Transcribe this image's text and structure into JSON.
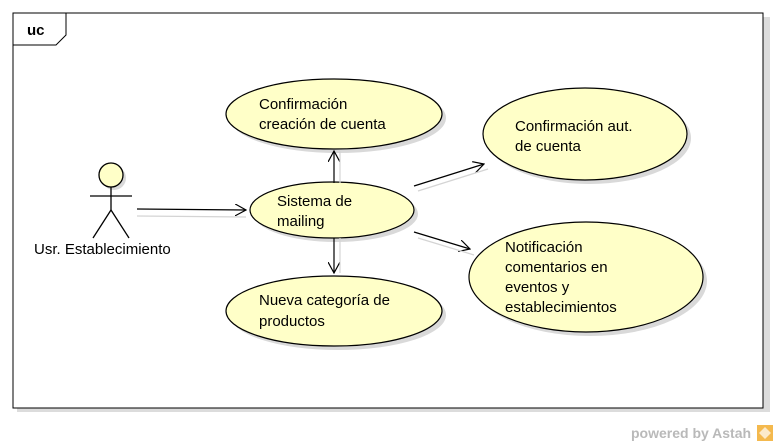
{
  "frame": {
    "tag": "uc"
  },
  "actor": {
    "name": "Usr. Establecimiento"
  },
  "use_cases": [
    {
      "id": "confirmacion-creacion",
      "lines": [
        "Confirmación",
        "creación de cuenta"
      ]
    },
    {
      "id": "confirmacion-aut",
      "lines": [
        "Confirmación aut.",
        "de cuenta"
      ]
    },
    {
      "id": "sistema-mailing",
      "lines": [
        "Sistema de",
        "mailing"
      ]
    },
    {
      "id": "notificacion",
      "lines": [
        "Notificación",
        "comentarios en",
        "eventos y",
        "establecimientos"
      ]
    },
    {
      "id": "nueva-categoria",
      "lines": [
        "Nueva categoría de",
        "productos"
      ]
    }
  ],
  "footer": {
    "powered_by": "powered by Astah"
  },
  "colors": {
    "use_case_fill": "#FFFFC8",
    "stroke": "#000000",
    "shadow": "#D9D9D9",
    "brand": "#B9B9B9",
    "brand_logo": "#F4B94E"
  }
}
